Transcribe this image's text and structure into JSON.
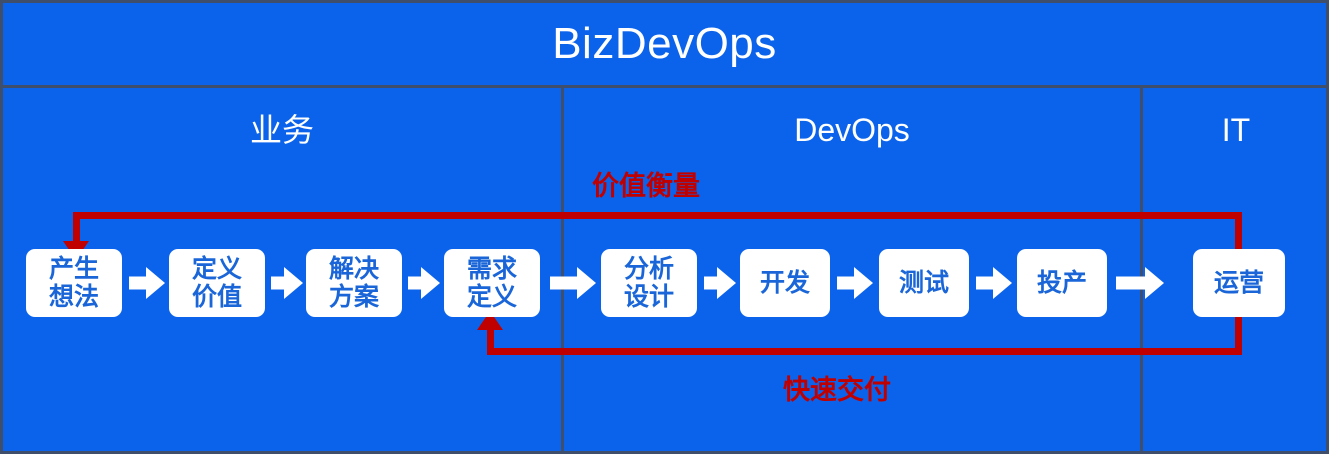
{
  "diagram": {
    "title": "BizDevOps",
    "background_color": "#0b63ec",
    "border_color": "#3f4f6b",
    "node_text_color": "#1a66d8",
    "accent_color": "#c00000"
  },
  "lanes": [
    {
      "id": "biz",
      "label": "业务"
    },
    {
      "id": "devops",
      "label": "DevOps"
    },
    {
      "id": "it",
      "label": "IT"
    }
  ],
  "nodes": [
    {
      "id": "idea",
      "lines": [
        "产生",
        "想法"
      ]
    },
    {
      "id": "define",
      "lines": [
        "定义",
        "价值"
      ]
    },
    {
      "id": "solution",
      "lines": [
        "解决",
        "方案"
      ]
    },
    {
      "id": "requirement",
      "lines": [
        "需求",
        "定义"
      ]
    },
    {
      "id": "analysis",
      "lines": [
        "分析",
        "设计"
      ]
    },
    {
      "id": "development",
      "lines": [
        "开发"
      ]
    },
    {
      "id": "testing",
      "lines": [
        "测试"
      ]
    },
    {
      "id": "production",
      "lines": [
        "投产"
      ]
    },
    {
      "id": "operations",
      "lines": [
        "运营"
      ]
    }
  ],
  "feedback_loops": [
    {
      "id": "value-measurement",
      "label": "价值衡量",
      "from": "operations",
      "to": "idea"
    },
    {
      "id": "fast-delivery",
      "label": "快速交付",
      "from": "operations",
      "to": "requirement"
    }
  ]
}
